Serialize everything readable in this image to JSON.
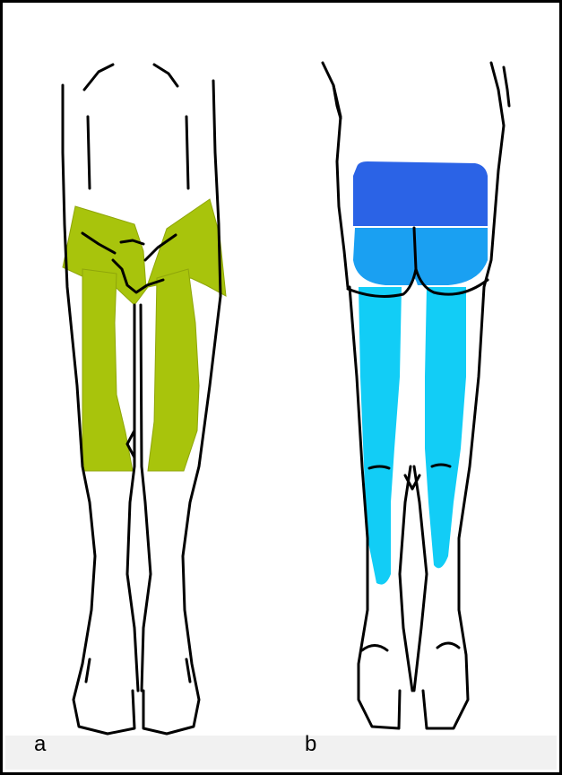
{
  "panels": [
    {
      "label": "a",
      "view": "anterior",
      "highlight_color": "#a8c40c"
    },
    {
      "label": "b",
      "view": "posterior",
      "highlight_colors": {
        "upper": "#2b63e6",
        "middle": "#1aa0f2",
        "lower": "#12cdf6"
      }
    }
  ],
  "colors": {
    "outline": "#000000",
    "background": "#ffffff",
    "frame": "#000000"
  }
}
